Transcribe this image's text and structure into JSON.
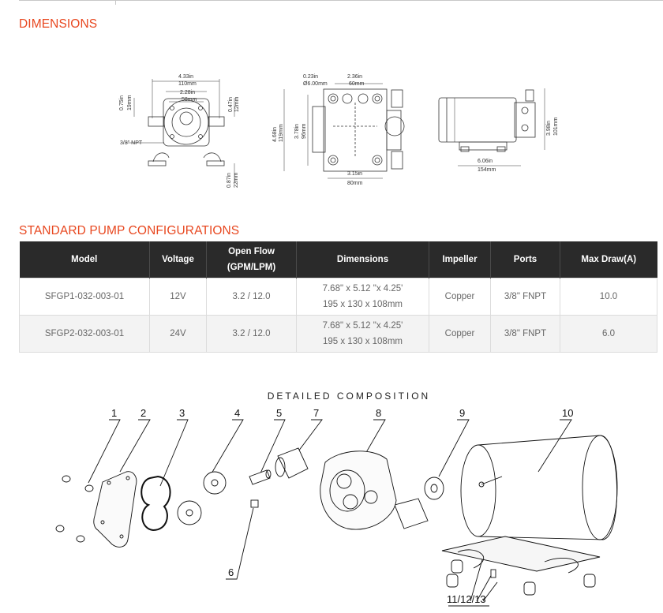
{
  "sections": {
    "dimensions_title": "DIMENSIONS",
    "configurations_title": "STANDARD PUMP CONFIGURATIONS"
  },
  "drawings": {
    "front": {
      "width_in": "4.33in",
      "width_mm": "110mm",
      "inner_in": "2.28in",
      "inner_mm": "58mm",
      "left_in": "0.75in",
      "left_mm": "19mm",
      "right_in": "0.47in",
      "right_mm": "12mm",
      "port": "3/8\" NPT",
      "base_in": "0.87in",
      "base_mm": "22mm"
    },
    "side": {
      "hole_in": "0.23in",
      "hole_mm": "Ø6.00mm",
      "top_in": "2.36in",
      "top_mm": "60mm",
      "height_in": "4.68in",
      "height_mm": "119mm",
      "inner_h_in": "3.78in",
      "inner_h_mm": "96mm",
      "bottom_in": "3.15in",
      "bottom_mm": "80mm"
    },
    "top": {
      "height_in": "3.98in",
      "height_mm": "101mm",
      "length_in": "6.06in",
      "length_mm": "154mm"
    }
  },
  "table": {
    "headers": [
      "Model",
      "Voltage",
      "Open Flow",
      "Dimensions",
      "Impeller",
      "Ports",
      "Max Draw(A)"
    ],
    "open_flow_sub": "(GPM/LPM)",
    "rows": [
      {
        "model": "SFGP1-032-003-01",
        "voltage": "12V",
        "flow": "3.2 / 12.0",
        "dim_in": "7.68\" x 5.12 \"x 4.25'",
        "dim_mm": "195 x 130 x 108mm",
        "impeller": "Copper",
        "ports": "3/8\" FNPT",
        "draw": "10.0"
      },
      {
        "model": "SFGP2-032-003-01",
        "voltage": "24V",
        "flow": "3.2 / 12.0",
        "dim_in": "7.68\" x 5.12 \"x 4.25'",
        "dim_mm": "195 x 130 x 108mm",
        "impeller": "Copper",
        "ports": "3/8\" FNPT",
        "draw": "6.0"
      }
    ]
  },
  "composition": {
    "title": "DETAILED COMPOSITION",
    "labels": [
      "1",
      "2",
      "3",
      "4",
      "5",
      "7",
      "8",
      "9",
      "10",
      "6",
      "11/12/13"
    ]
  }
}
